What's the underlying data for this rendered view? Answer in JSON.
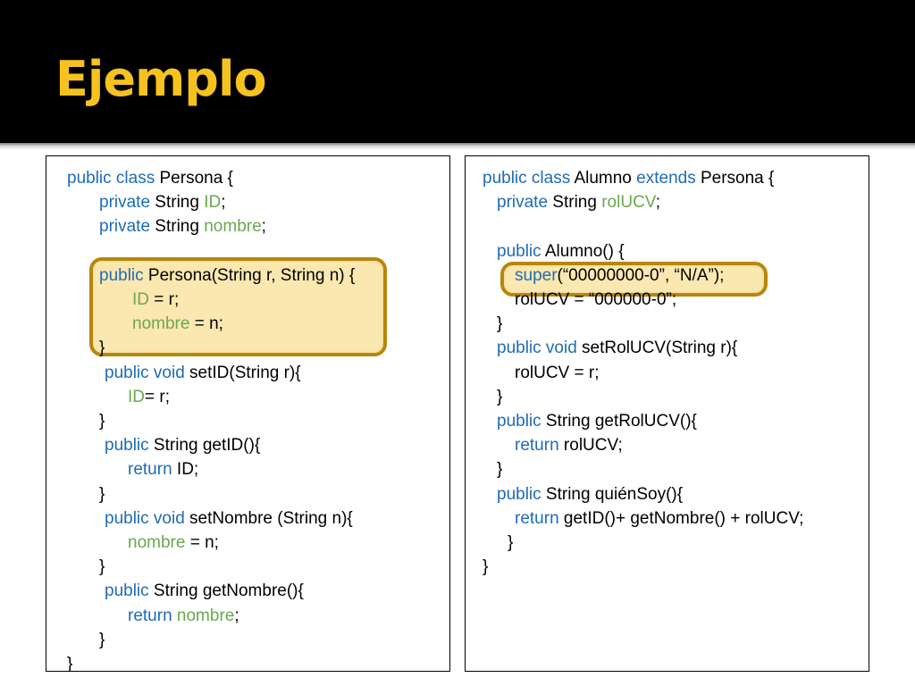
{
  "slide": {
    "title": "Ejemplo"
  },
  "persona_code": [
    [
      {
        "t": "public class",
        "k": "kw"
      },
      {
        "t": " Persona {"
      }
    ],
    [
      {
        "t": "private",
        "k": "kw"
      },
      {
        "t": " String "
      },
      {
        "t": "ID",
        "k": "id"
      },
      {
        "t": ";"
      }
    ],
    [
      {
        "t": "private",
        "k": "kw"
      },
      {
        "t": " String "
      },
      {
        "t": "nombre",
        "k": "id"
      },
      {
        "t": ";"
      }
    ],
    [],
    [
      {
        "t": "public",
        "k": "kw"
      },
      {
        "t": " Persona(String r, String n) {"
      }
    ],
    [
      {
        "t": "ID",
        "k": "id"
      },
      {
        "t": " = r;"
      }
    ],
    [
      {
        "t": "nombre",
        "k": "id"
      },
      {
        "t": " = n;"
      }
    ],
    [
      {
        "t": "}"
      }
    ],
    [
      {
        "t": "public void",
        "k": "kw"
      },
      {
        "t": " setID(String r){"
      }
    ],
    [
      {
        "t": "ID",
        "k": "id"
      },
      {
        "t": "= r;"
      }
    ],
    [
      {
        "t": "}"
      }
    ],
    [
      {
        "t": "public",
        "k": "kw"
      },
      {
        "t": " String getID(){"
      }
    ],
    [
      {
        "t": "return",
        "k": "kw"
      },
      {
        "t": " ID;"
      }
    ],
    [
      {
        "t": "}"
      }
    ],
    [
      {
        "t": "public void",
        "k": "kw"
      },
      {
        "t": " setNombre (String n){"
      }
    ],
    [
      {
        "t": "nombre",
        "k": "id"
      },
      {
        "t": " = n;"
      }
    ],
    [
      {
        "t": "}"
      }
    ],
    [
      {
        "t": "public",
        "k": "kw"
      },
      {
        "t": " String getNombre(){"
      }
    ],
    [
      {
        "t": "return",
        "k": "kw"
      },
      {
        "t": " "
      },
      {
        "t": "nombre",
        "k": "id"
      },
      {
        "t": ";"
      }
    ],
    [
      {
        "t": "}"
      }
    ],
    [
      {
        "t": "}"
      }
    ]
  ],
  "alumno_code": [
    [
      {
        "t": "public class",
        "k": "kw"
      },
      {
        "t": " Alumno "
      },
      {
        "t": "extends",
        "k": "kw"
      },
      {
        "t": " Persona {"
      }
    ],
    [
      {
        "t": "private",
        "k": "kw"
      },
      {
        "t": " String "
      },
      {
        "t": "rolUCV",
        "k": "id"
      },
      {
        "t": ";"
      }
    ],
    [],
    [
      {
        "t": "public",
        "k": "kw"
      },
      {
        "t": " Alumno() {"
      }
    ],
    [
      {
        "t": "super",
        "k": "kw"
      },
      {
        "t": "(“00000000-0”, “N/A”);"
      }
    ],
    [
      {
        "t": "rolUCV = “000000-0”;"
      }
    ],
    [
      {
        "t": "}"
      }
    ],
    [
      {
        "t": "public void",
        "k": "kw"
      },
      {
        "t": " setRolUCV(String r){"
      }
    ],
    [
      {
        "t": "rolUCV = r;"
      }
    ],
    [
      {
        "t": "}"
      }
    ],
    [
      {
        "t": "public",
        "k": "kw"
      },
      {
        "t": " String getRolUCV(){"
      }
    ],
    [
      {
        "t": "return",
        "k": "kw"
      },
      {
        "t": " rolUCV;"
      }
    ],
    [
      {
        "t": "}"
      }
    ],
    [
      {
        "t": "public",
        "k": "kw"
      },
      {
        "t": " String quiénSoy(){"
      }
    ],
    [
      {
        "t": "return",
        "k": "kw"
      },
      {
        "t": " getID()+ getNombre() + rolUCV;"
      }
    ],
    [
      {
        "t": "}"
      }
    ],
    [
      {
        "t": "}"
      }
    ]
  ],
  "colors": {
    "keyword": "#1f6bb5",
    "identifier": "#6aa84f",
    "title": "#f6c21f",
    "highlight_fill": "#fbe8b0",
    "highlight_border": "#b8860b"
  }
}
